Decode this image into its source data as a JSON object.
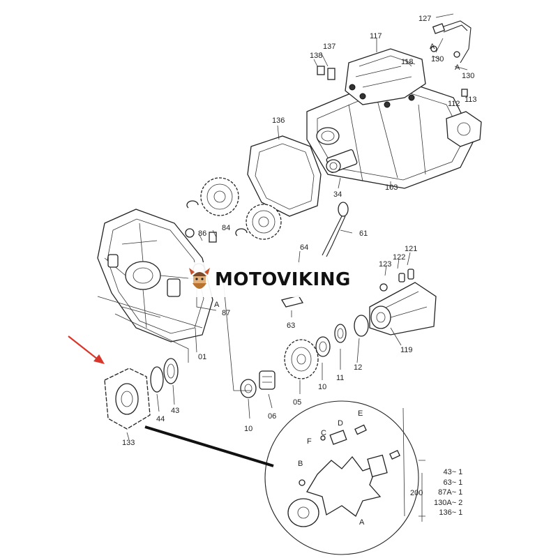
{
  "watermark": {
    "brand": "MOTOVIKING",
    "logo_icon": "viking-helmet-logo"
  },
  "callouts": [
    "127",
    "117",
    "137",
    "138",
    "118",
    "A",
    "130",
    "A",
    "130",
    "113",
    "112",
    "136",
    "103",
    "34",
    "84",
    "86",
    "61",
    "64",
    "121",
    "122",
    "123",
    "A",
    "87",
    "63",
    "01",
    "119",
    "12",
    "11",
    "10",
    "05",
    "06",
    "10",
    "43",
    "44",
    "133",
    "B",
    "C",
    "D",
    "E",
    "F",
    "A"
  ],
  "quantity_table": {
    "total": "200",
    "rows": [
      "43~ 1",
      "63~ 1",
      "87A~ 1",
      "130A~ 2",
      "136~ 1"
    ]
  },
  "pointer": {
    "color": "#d9362b",
    "icon": "red-arrow-icon"
  }
}
